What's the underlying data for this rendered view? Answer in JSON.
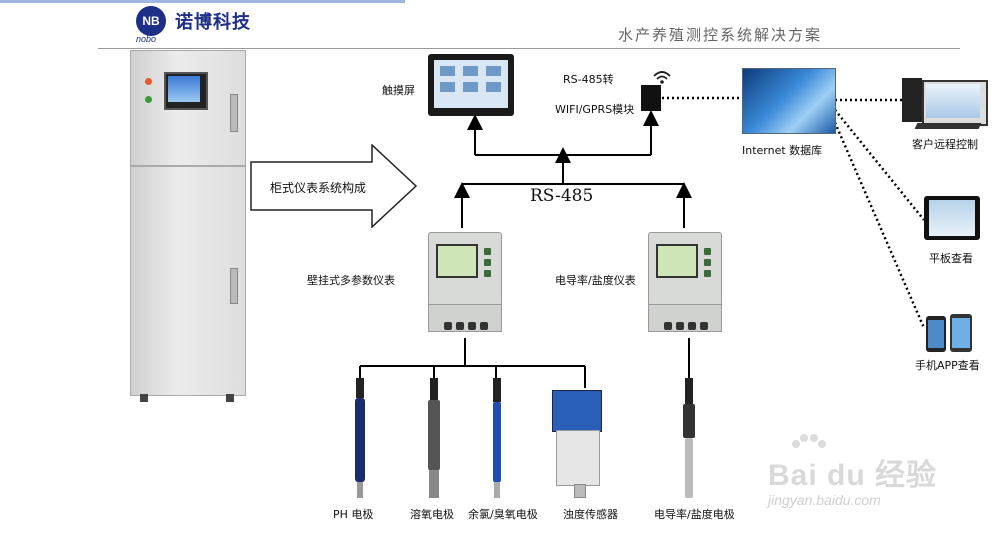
{
  "header": {
    "logo_text": "NB",
    "logo_subtext": "nobo",
    "company_name": "诺博科技",
    "title": "水产养殖测控系统解决方案"
  },
  "diagram": {
    "arrow_label": "柜式仪表系统构成",
    "bus_label": "RS-485",
    "touchscreen_label": "触摸屏",
    "module_label_line1": "RS-485转",
    "module_label_line2": "WIFI/GPRS模块",
    "database_label": "Internet 数据库",
    "client_pc_label": "客户远程控制",
    "tablet_label": "平板查看",
    "phone_label": "手机APP查看",
    "meter_left_label": "壁挂式多参数仪表",
    "meter_right_label": "电导率/盐度仪表",
    "sensors": [
      {
        "label": "PH 电极"
      },
      {
        "label": "溶氧电极"
      },
      {
        "label": "余氯/臭氧电极"
      },
      {
        "label": "浊度传感器"
      },
      {
        "label": "电导率/盐度电极"
      }
    ]
  },
  "watermark": {
    "text": "Bai du 经验",
    "url": "jingyan.baidu.com"
  }
}
